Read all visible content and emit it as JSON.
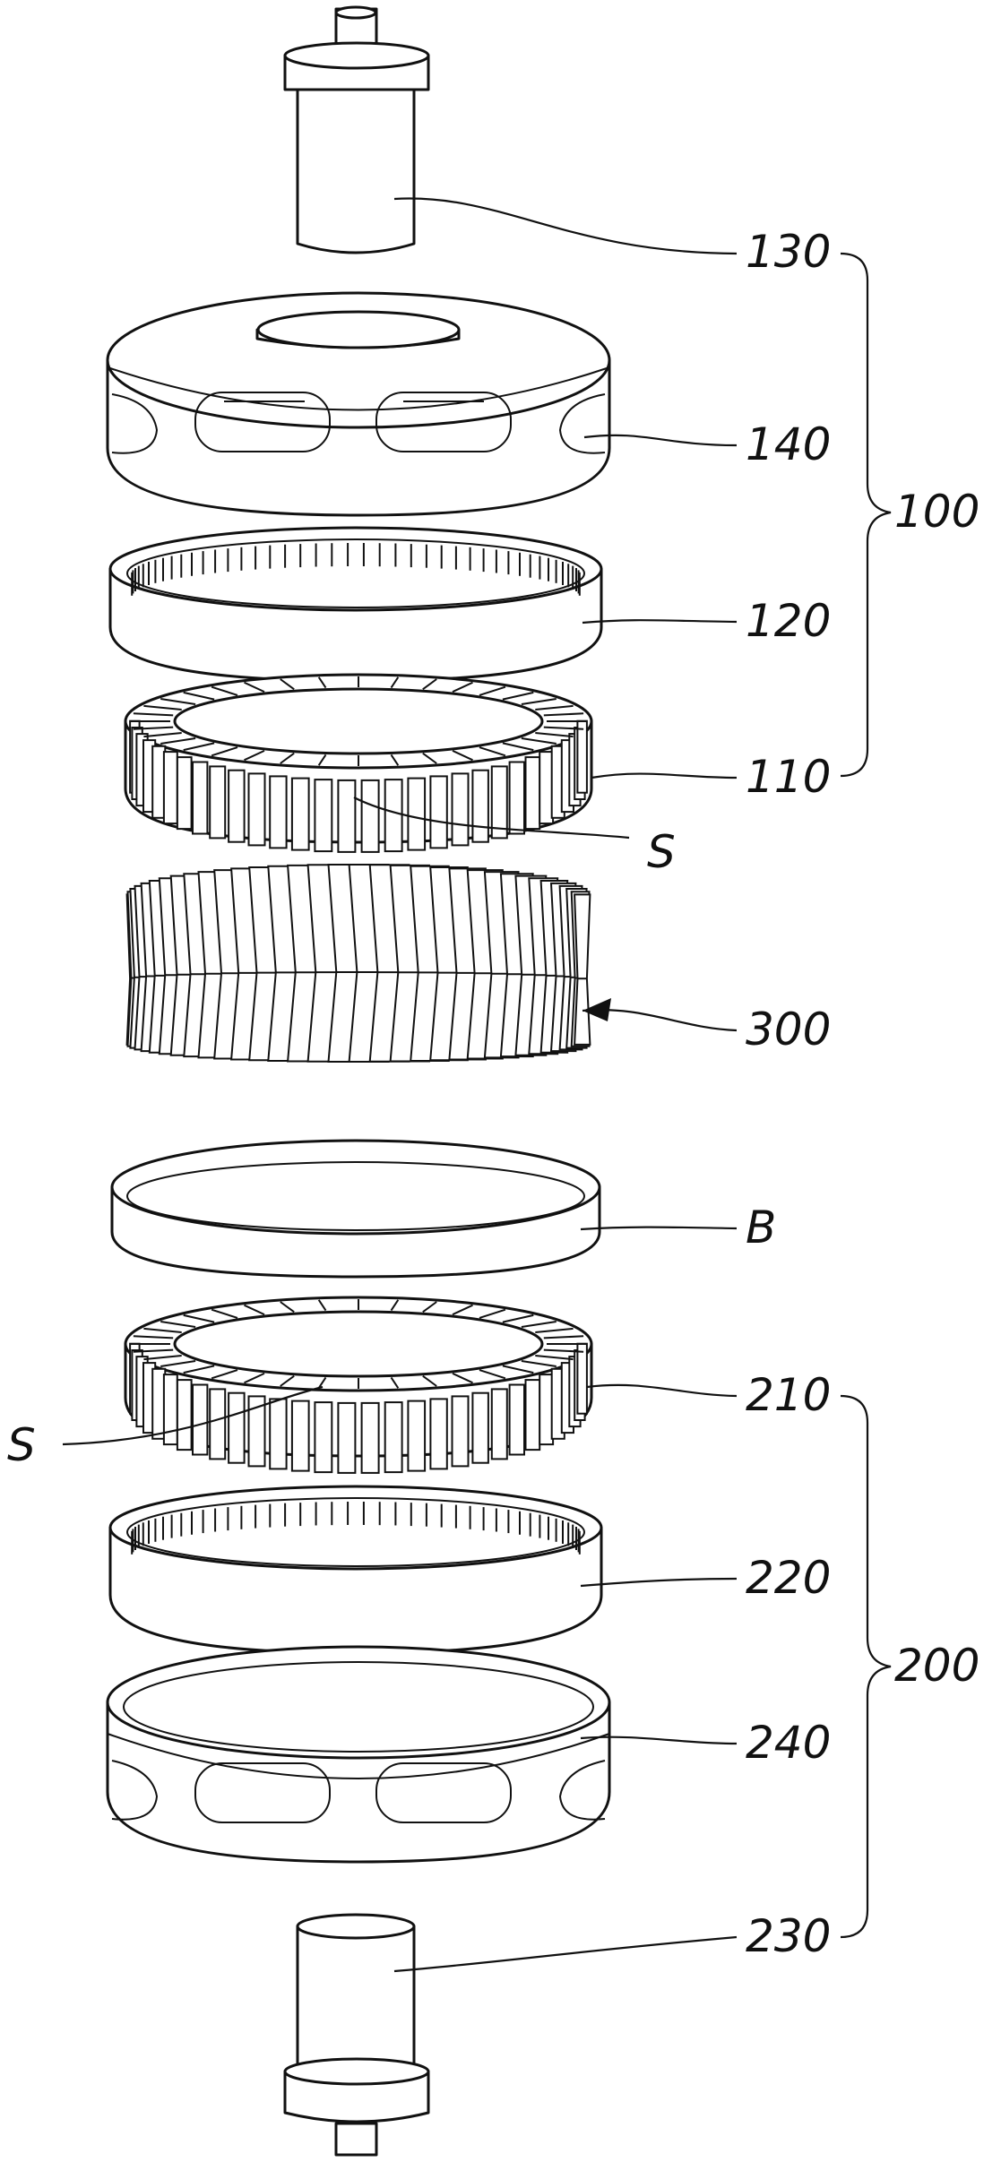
{
  "labels": {
    "l130": "130",
    "l140": "140",
    "l120": "120",
    "l110": "110",
    "lS_top": "S",
    "l300": "300",
    "lB": "B",
    "l210": "210",
    "lS_bottom": "S",
    "l220": "220",
    "l240": "240",
    "l230": "230",
    "l100": "100",
    "l200": "200"
  }
}
